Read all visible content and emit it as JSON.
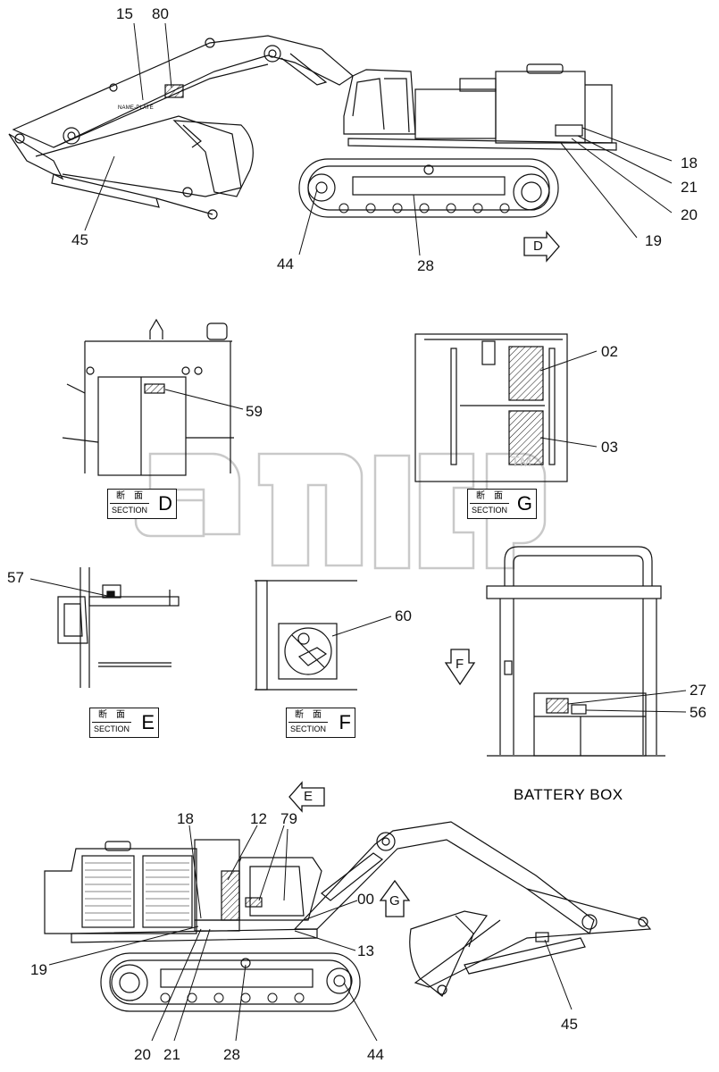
{
  "labels": {
    "l15": "15",
    "l80": "80",
    "l45a": "45",
    "l44a": "44",
    "l28a": "28",
    "l18a": "18",
    "l21a": "21",
    "l20a": "20",
    "l19a": "19",
    "l02": "02",
    "l03": "03",
    "l59": "59",
    "l57": "57",
    "l60": "60",
    "l27": "27",
    "l56": "56",
    "l18b": "18",
    "l12": "12",
    "l79": "79",
    "l00": "00",
    "l13": "13",
    "l19b": "19",
    "l20b": "20",
    "l21b": "21",
    "l28b": "28",
    "l44b": "44",
    "l45b": "45"
  },
  "name_plate": "NAME-PLATE",
  "view_arrows": {
    "d": "D",
    "e": "E",
    "f": "F",
    "g": "G"
  },
  "sections": {
    "kanji": "断　面",
    "word": "SECTION",
    "d": "D",
    "g": "G",
    "e": "E",
    "f": "F"
  },
  "battery_box_title": "BATTERY BOX",
  "watermark_mark": "TM"
}
